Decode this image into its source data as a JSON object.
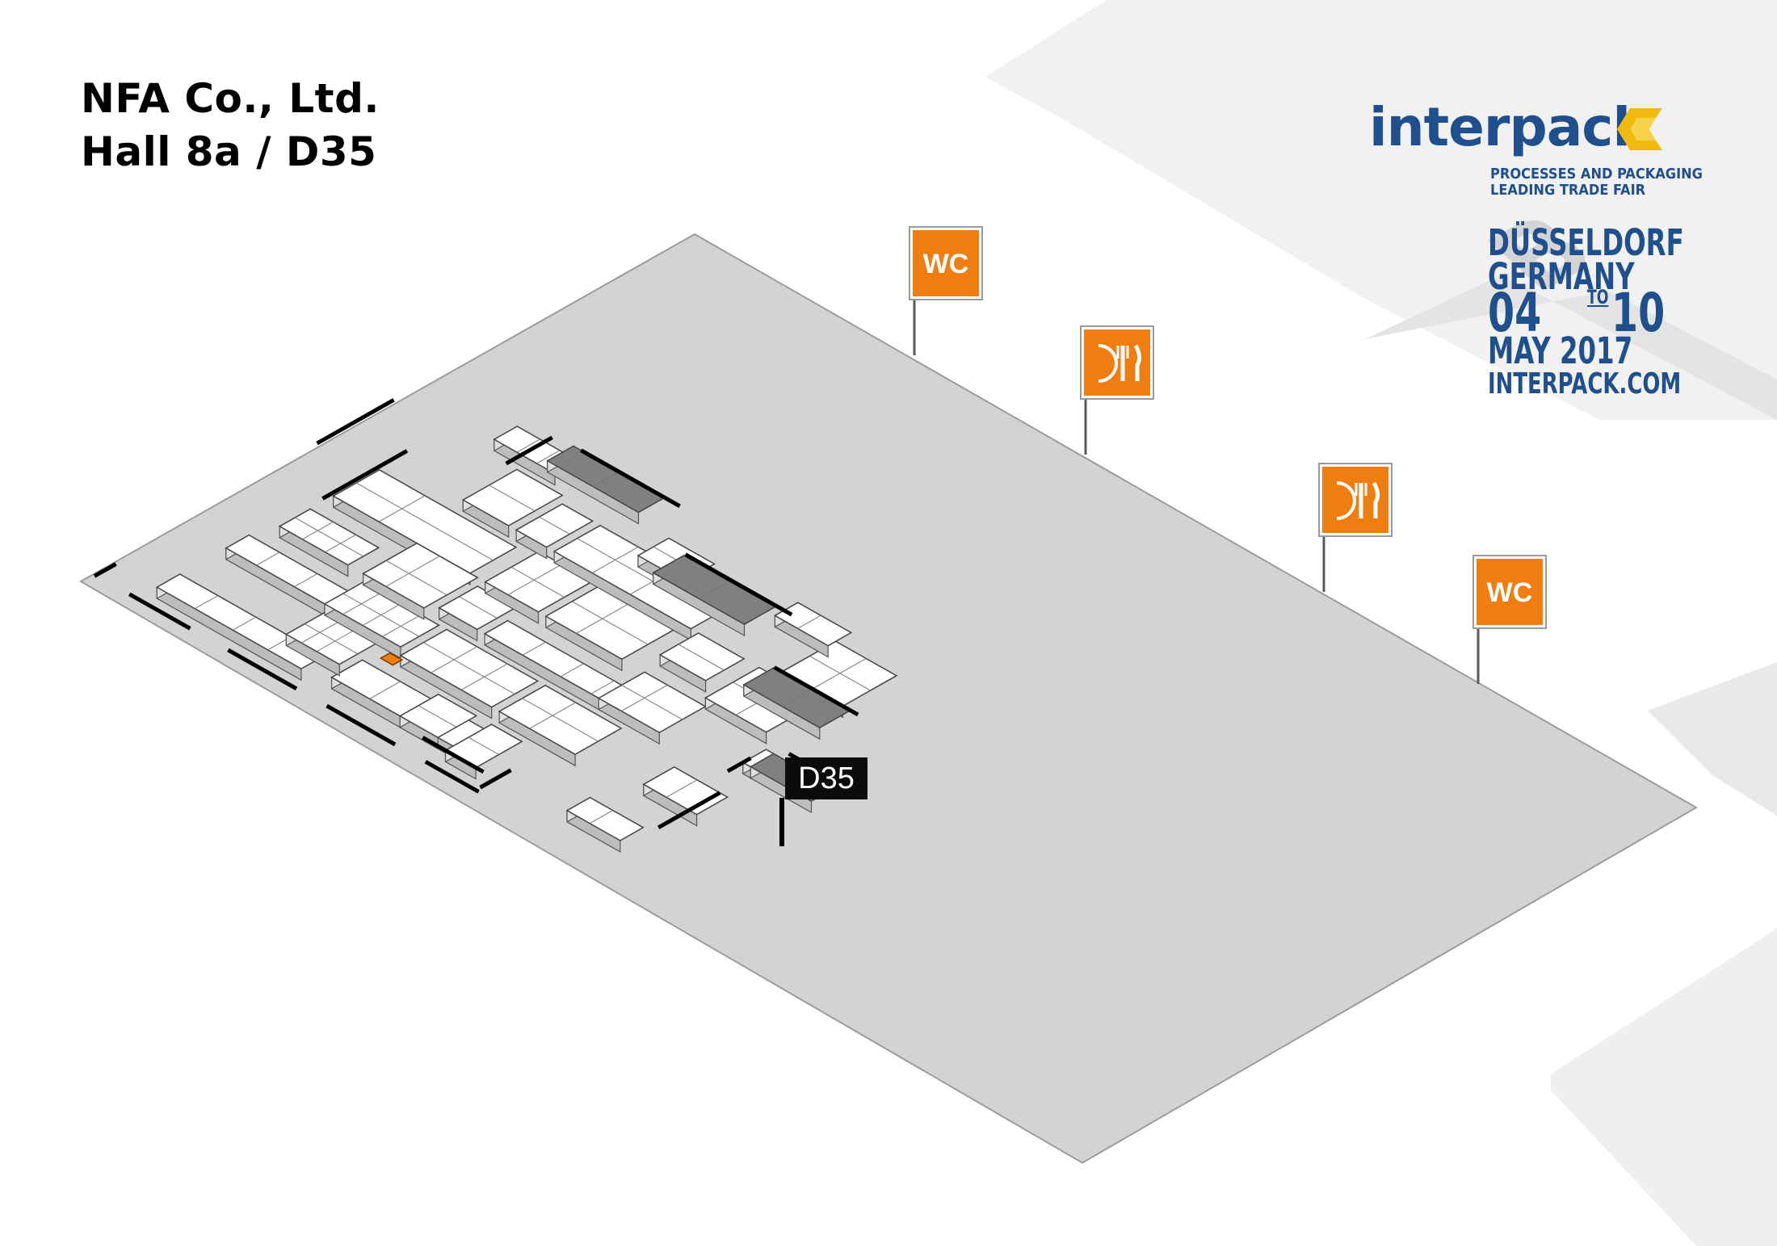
{
  "header": {
    "company": "NFA Co., Ltd.",
    "location": "Hall 8a / D35"
  },
  "logo": {
    "brand": "interpack",
    "tagline_line1": "PROCESSES AND PACKAGING",
    "tagline_line2": "LEADING TRADE FAIR",
    "city": "DÜSSELDORF",
    "country": "GERMANY",
    "date_from": "04",
    "date_to_word": "TO",
    "date_until": "10",
    "month_year": "MAY 2017",
    "website": "INTERPACK.COM"
  },
  "booth": {
    "label": "D35"
  },
  "facilities": [
    {
      "type": "wc",
      "label": "WC"
    },
    {
      "type": "restaurant",
      "icon": "restaurant-icon"
    },
    {
      "type": "restaurant",
      "icon": "restaurant-icon"
    },
    {
      "type": "wc",
      "label": "WC"
    }
  ],
  "colors": {
    "highlight": "#ef7d0f",
    "brand_blue": "#1f4f8c",
    "service_area": "#808080",
    "aisle": "#d6d6d6",
    "adjacent_hall": "#f0f0f0"
  }
}
